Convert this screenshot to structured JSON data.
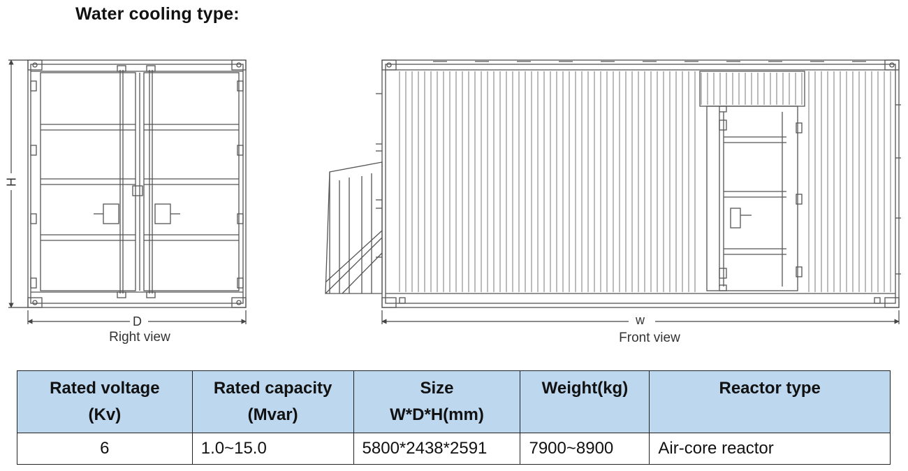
{
  "title": "Water cooling type:",
  "right_view": {
    "caption": "Right view",
    "height_label": "H",
    "depth_label": "D"
  },
  "front_view": {
    "caption": "Front view",
    "width_label": "w"
  },
  "table": {
    "headers": [
      {
        "line1": "Rated voltage",
        "line2": "(Kv)"
      },
      {
        "line1": "Rated capacity",
        "line2": "(Mvar)"
      },
      {
        "line1": "Size",
        "line2": "W*D*H(mm)"
      },
      {
        "line1": "Weight(kg)",
        "line2": ""
      },
      {
        "line1": "Reactor type",
        "line2": ""
      }
    ],
    "rows": [
      [
        "6",
        "1.0~15.0",
        "5800*2438*2591",
        "7900~8900",
        "Air-core reactor"
      ]
    ]
  },
  "colors": {
    "header_fill": "#bdd7ee",
    "drawing_line": "#555555"
  }
}
